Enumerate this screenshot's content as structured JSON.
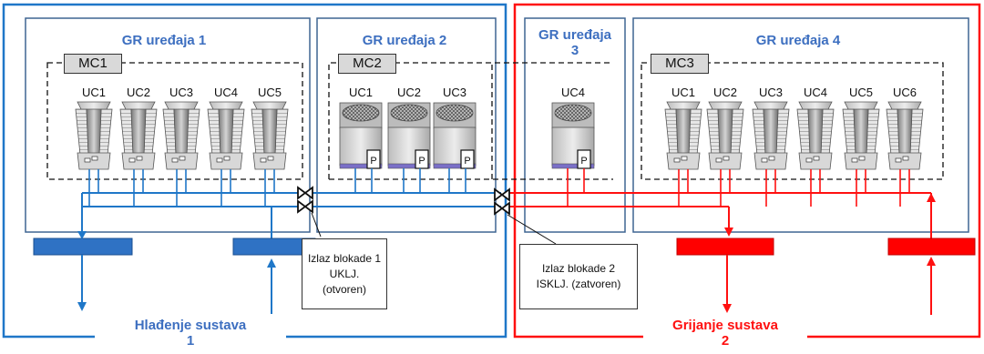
{
  "colors": {
    "cooling": "#1f77c8",
    "heating": "#ff1010",
    "group_border": "#3f6592",
    "group_label": "#3d6fc0",
    "mc_fill": "#d9d9d9"
  },
  "groups": [
    {
      "label": "GR uređaja 1"
    },
    {
      "label": "GR uređaja 2"
    },
    {
      "label_line1": "GR uređaja",
      "label_line2": "3"
    },
    {
      "label": "GR uređaja 4"
    }
  ],
  "controllers": [
    "MC1",
    "MC2",
    "MC3"
  ],
  "units": {
    "mc1": [
      "UC1",
      "UC2",
      "UC3",
      "UC4",
      "UC5"
    ],
    "mc2": [
      "UC1",
      "UC2",
      "UC3"
    ],
    "gr3": [
      "UC4"
    ],
    "mc3": [
      "UC1",
      "UC2",
      "UC3",
      "UC4",
      "UC5",
      "UC6"
    ]
  },
  "pump_label": "P",
  "notes": {
    "interlock1": [
      "Izlaz blokade 1",
      "UKLJ.",
      "(otvoren)"
    ],
    "interlock2": [
      "Izlaz blokade 2",
      "ISKLJ. (zatvoren)"
    ]
  },
  "systems": {
    "cooling": {
      "line1": "Hlađenje sustava",
      "line2": "1"
    },
    "heating": {
      "line1": "Grijanje sustava",
      "line2": "2"
    }
  }
}
